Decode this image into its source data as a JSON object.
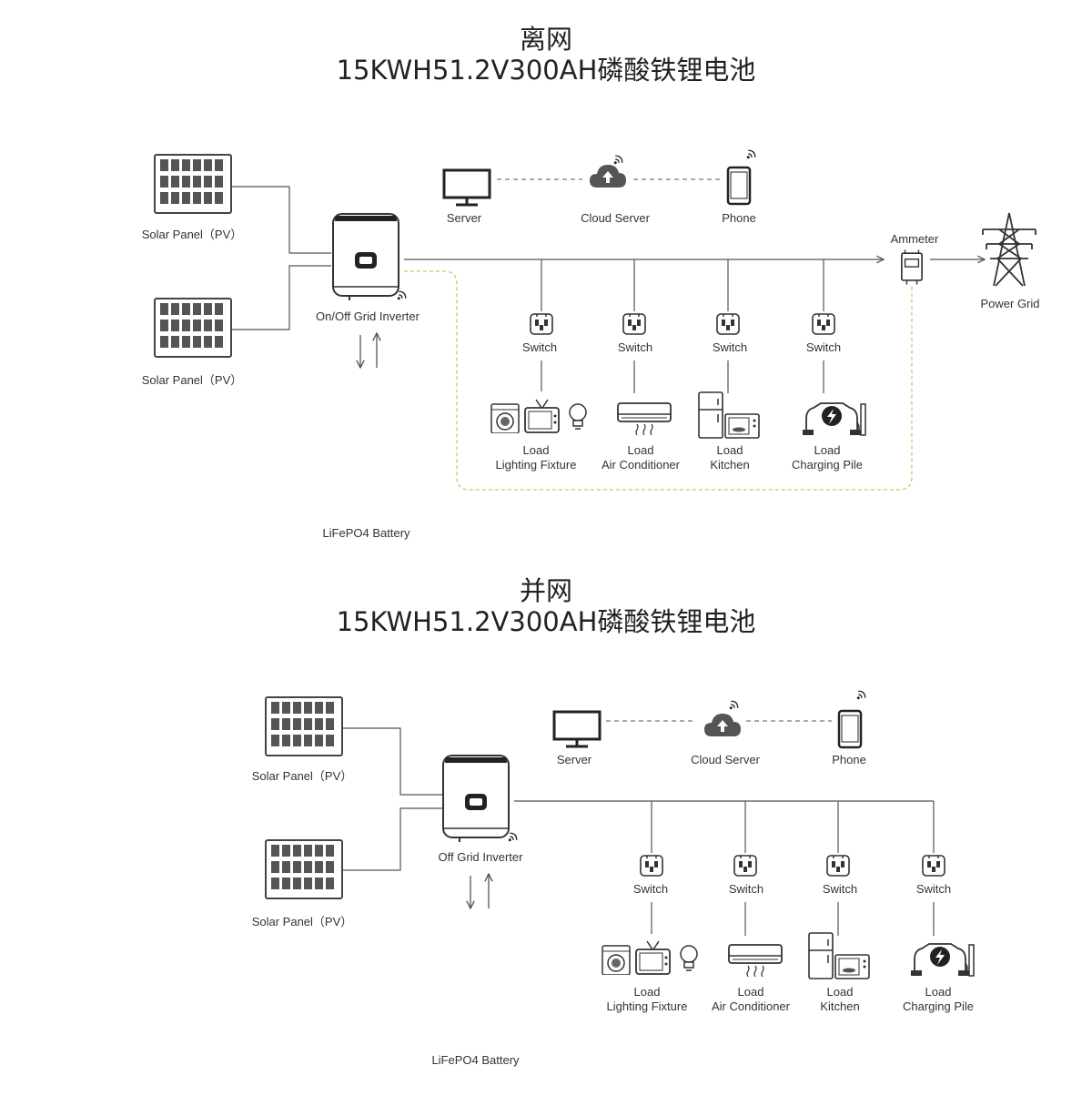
{
  "colors": {
    "line": "#555555",
    "battery_dash": "#b9cf6a",
    "icon": "#333333",
    "panel": "#444444"
  },
  "offgrid": {
    "title_line1": "离网",
    "title_line2": "15KWH51.2V300AH磷酸铁锂电池",
    "solar_panel_1": "Solar Panel（PV）",
    "solar_panel_2": "Solar Panel（PV）",
    "inverter": "On/Off Grid Inverter",
    "server": "Server",
    "cloud_server": "Cloud Server",
    "phone": "Phone",
    "ammeter": "Ammeter",
    "power_grid": "Power Grid",
    "battery": "LiFePO4 Battery",
    "switches": [
      "Switch",
      "Switch",
      "Switch",
      "Switch"
    ],
    "loads": [
      {
        "line1": "Load",
        "line2": "Lighting Fixture"
      },
      {
        "line1": "Load",
        "line2": "Air Conditioner"
      },
      {
        "line1": "Load",
        "line2": "Kitchen"
      },
      {
        "line1": "Load",
        "line2": "Charging Pile"
      }
    ]
  },
  "ongrid": {
    "title_line1": "并网",
    "title_line2": "15KWH51.2V300AH磷酸铁锂电池",
    "solar_panel_1": "Solar Panel（PV）",
    "solar_panel_2": "Solar Panel（PV）",
    "inverter": "Off Grid Inverter",
    "server": "Server",
    "cloud_server": "Cloud Server",
    "phone": "Phone",
    "battery": "LiFePO4 Battery",
    "switches": [
      "Switch",
      "Switch",
      "Switch",
      "Switch"
    ],
    "loads": [
      {
        "line1": "Load",
        "line2": "Lighting Fixture"
      },
      {
        "line1": "Load",
        "line2": "Air Conditioner"
      },
      {
        "line1": "Load",
        "line2": "Kitchen"
      },
      {
        "line1": "Load",
        "line2": "Charging Pile"
      }
    ]
  }
}
